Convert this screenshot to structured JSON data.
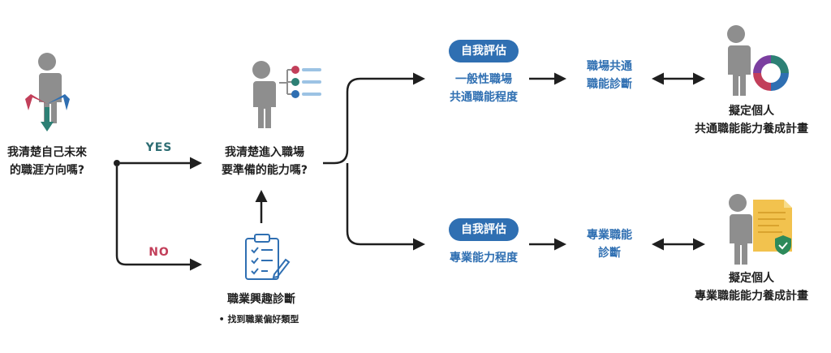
{
  "start": {
    "question_line1": "我清楚自己未來",
    "question_line2": "的職涯方向嗎?"
  },
  "branch": {
    "yes": "YES",
    "no": "NO"
  },
  "middle": {
    "question_line1": "我清楚進入職場",
    "question_line2": "要準備的能力嗎?"
  },
  "interest": {
    "title": "職業興趣診斷",
    "bullet": "•",
    "note": "找到職業偏好類型"
  },
  "top_path": {
    "badge": "自我評估",
    "assess_line1": "一般性職場",
    "assess_line2": "共通職能程度",
    "diag_line1": "職場共通",
    "diag_line2": "職能診斷",
    "plan_line1": "擬定個人",
    "plan_line2": "共通職能能力養成計畫"
  },
  "bottom_path": {
    "badge": "自我評估",
    "assess_line1": "專業能力程度",
    "diag_line1": "專業職能",
    "diag_line2": "診斷",
    "plan_line1": "擬定個人",
    "plan_line2": "專業職能能力養成計畫"
  },
  "colors": {
    "person": "#8e8e8e",
    "blue": "#2f6fb2",
    "teal": "#2d8075",
    "red": "#c23f5a",
    "purple": "#7b3fa0",
    "gold": "#f2c24e",
    "green": "#2d8a5a"
  },
  "icons": [
    "person-crossroads-icon",
    "person-options-icon",
    "clipboard-checklist-icon",
    "person-donut-chart-icon",
    "person-certificate-icon"
  ]
}
